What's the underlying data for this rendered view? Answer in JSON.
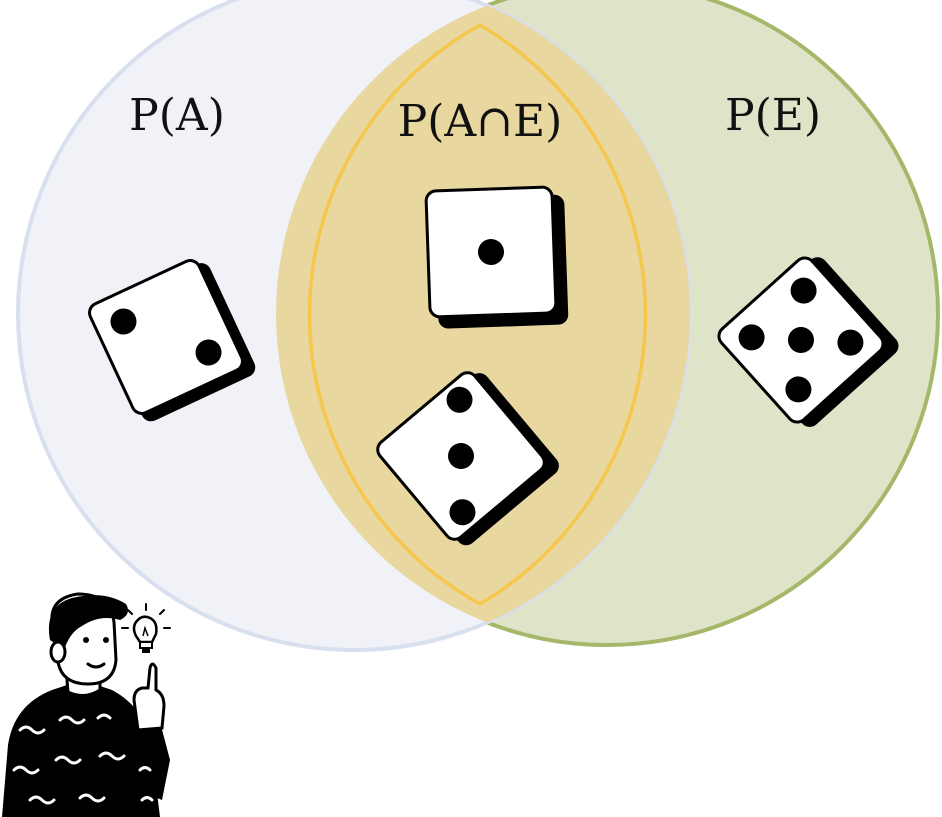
{
  "labels": {
    "set_a": "P(A)",
    "intersection": "P(A∩E)",
    "set_e": "P(E)"
  },
  "dice": {
    "set_a_only": [
      2
    ],
    "intersection": [
      1,
      3
    ],
    "set_e_only": [
      5
    ]
  },
  "colors": {
    "set_a_fill": "#f0f2f8",
    "set_a_stroke": "#d8dfee",
    "set_e_fill": "#dfe4c8",
    "set_e_stroke": "#a5b86a",
    "intersection_fill": "#e8d79e",
    "intersection_stroke": "#f6c64d"
  },
  "icons": {
    "person": "thinking-person-icon",
    "idea": "lightbulb-icon"
  }
}
